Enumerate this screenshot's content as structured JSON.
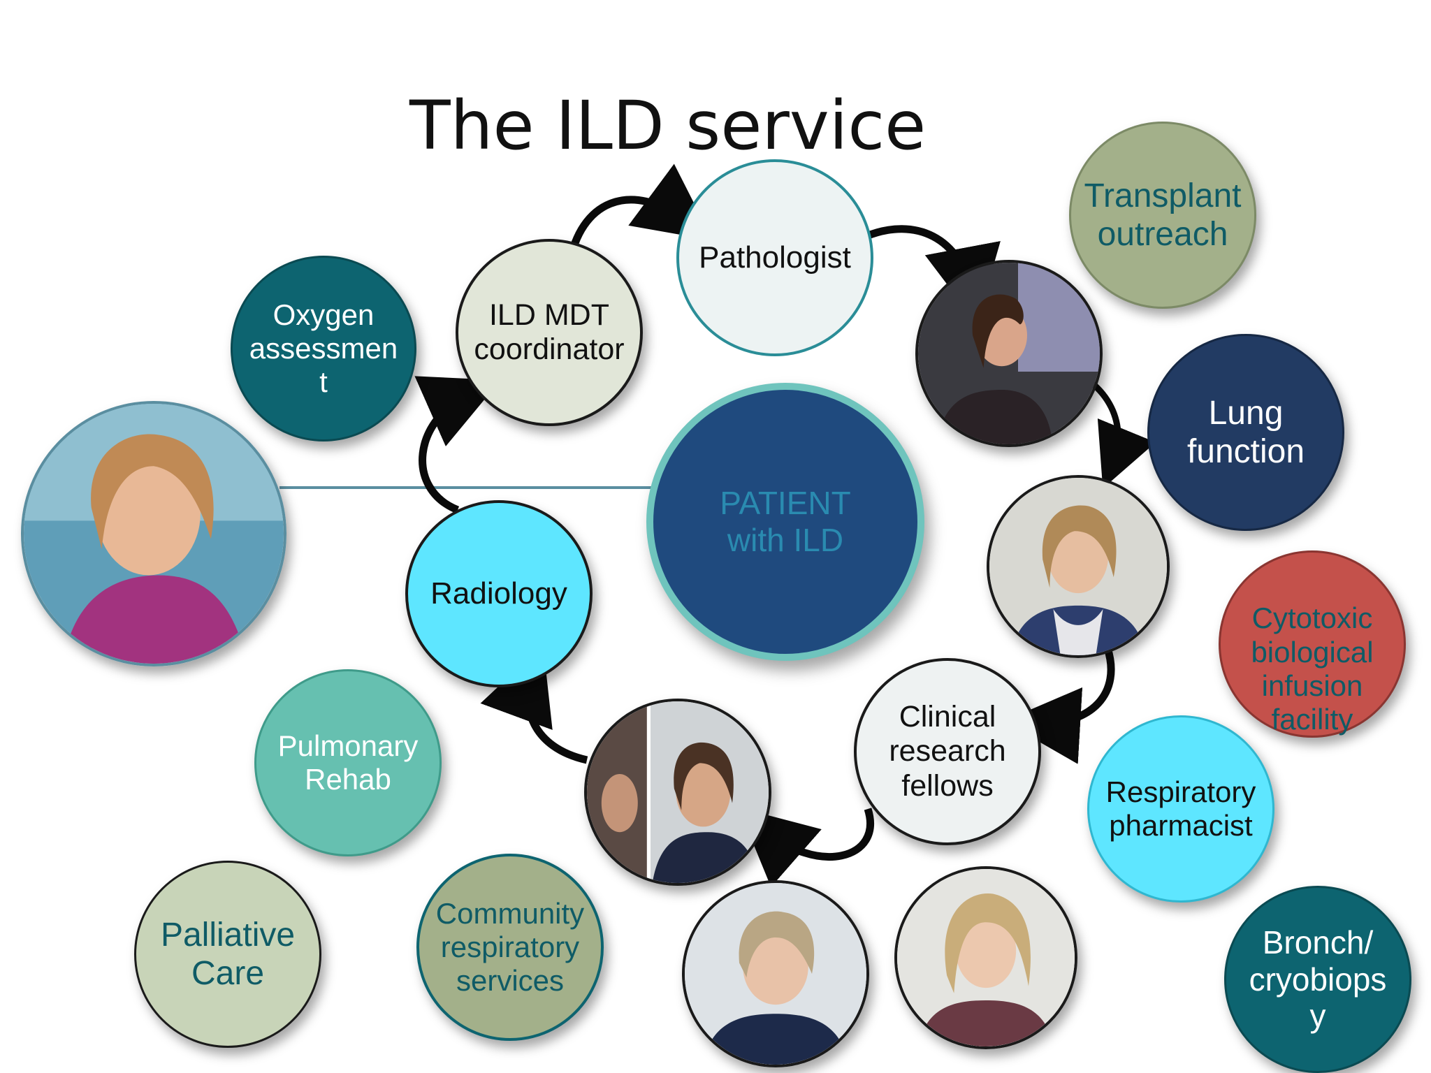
{
  "title": "The ILD service",
  "colors": {
    "teal_dark": "#0d6470",
    "navy": "#1f4a7e",
    "navy_dark": "#223b63",
    "cyan": "#5ee6ff",
    "sage": "#a3b08a",
    "mint": "#66c0b0",
    "light_sage": "#c8d4b8",
    "red": "#c4514b",
    "pale": "#edf3f3"
  },
  "nodes": {
    "pathologist": "Pathologist",
    "ild_mdt_coordinator": "ILD MDT\ncoordinator",
    "radiology": "Radiology",
    "clinical_research_fellows": "Clinical\nresearch\nfellows",
    "patient": "PATIENT\nwith ILD",
    "oxygen_assessment": "Oxygen\nassessmen\nt",
    "transplant_outreach": "Transplant\noutreach",
    "lung_function": "Lung\nfunction",
    "cytotoxic_infusion": "Cytotoxic\nbiological\ninfusion\nfacility",
    "respiratory_pharmacist": "Respiratory\npharmacist",
    "pulmonary_rehab": "Pulmonary\nRehab",
    "palliative_care": "Palliative\nCare",
    "community_services": "Community\nrespiratory\nservices",
    "bronch": "Bronch/\ncryobiops\ny"
  }
}
